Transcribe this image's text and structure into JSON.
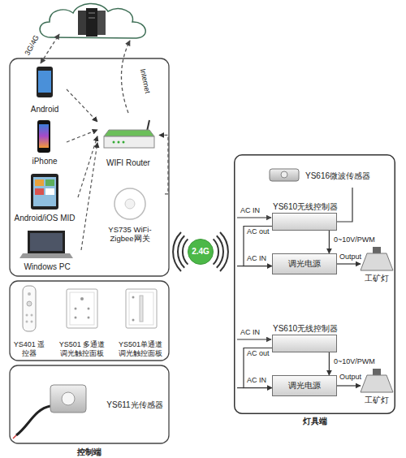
{
  "diagram": {
    "nodes": [
      {
        "text": [
          "Android"
        ]
      },
      {
        "text": [
          "iPhone"
        ]
      },
      {
        "text": [
          "Android/iOS MID"
        ]
      },
      {
        "text": [
          "Windows PC"
        ]
      },
      {
        "text": [
          "WIFI Router"
        ]
      },
      {
        "text": [
          "YS735 WiFi-Zigbee网关"
        ]
      },
      {
        "text": [
          "2.4G"
        ]
      },
      {
        "text": [
          "YS401 遥控器"
        ]
      },
      {
        "text": [
          "YS501 多通道 调光触控面板"
        ]
      },
      {
        "text": [
          "YS501单通道 调光触控面板"
        ]
      },
      {
        "text": [
          "YS611光传感器"
        ]
      },
      {
        "text": [
          "灯具端"
        ]
      },
      {
        "text": [
          "YS616微波传感器"
        ],
        "in": 11
      },
      {
        "text": [
          "YS610无线控制器"
        ],
        "in": 11
      },
      {
        "text": [
          "调光电源"
        ],
        "in": 11
      },
      {
        "text": [
          "工矿灯"
        ],
        "in": 11
      },
      {
        "text": [
          "YS610无线控制器"
        ],
        "in": 11
      },
      {
        "text": [
          "调光电源"
        ],
        "in": 11
      },
      {
        "text": [
          "工矿灯"
        ],
        "in": 11
      }
    ],
    "edges": [
      {
        "from": 0,
        "to": 4,
        "arrow": "to"
      },
      {
        "from": 1,
        "to": 4,
        "arrow": "to"
      },
      {
        "from": 2,
        "to": 4,
        "arrow": "to"
      },
      {
        "from": 3,
        "to": 4,
        "arrow": "to"
      },
      {
        "from": 5,
        "to": 4,
        "arrow": "to"
      },
      {
        "from": 12,
        "to": 13,
        "arrow": "none"
      },
      {
        "from": 13,
        "to": 14,
        "arrow": "to"
      },
      {
        "from": 13,
        "to": 14,
        "label": "0~10V/PWM",
        "arrow": "to"
      },
      {
        "from": 14,
        "to": 15,
        "label": "Output",
        "arrow": "to"
      },
      {
        "from": 16,
        "to": 17,
        "arrow": "to"
      },
      {
        "from": 16,
        "to": 17,
        "label": "0~10V/PWM",
        "arrow": "to"
      },
      {
        "from": 17,
        "to": 18,
        "label": "Output",
        "arrow": "to"
      }
    ],
    "labels": [
      "3G/4G",
      "Internet",
      "AC IN",
      "AC out",
      "AC IN",
      "AC IN",
      "AC out",
      "AC IN",
      "控制端"
    ]
  }
}
